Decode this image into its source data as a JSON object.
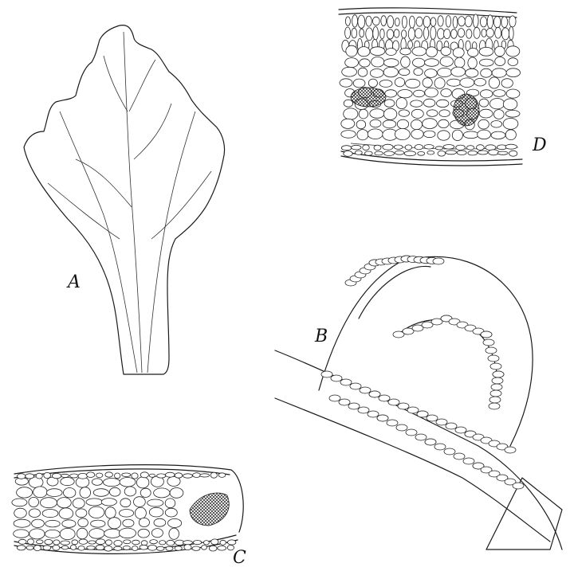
{
  "figure": {
    "labels": {
      "A": "A",
      "B": "B",
      "C": "C",
      "D": "D"
    }
  }
}
